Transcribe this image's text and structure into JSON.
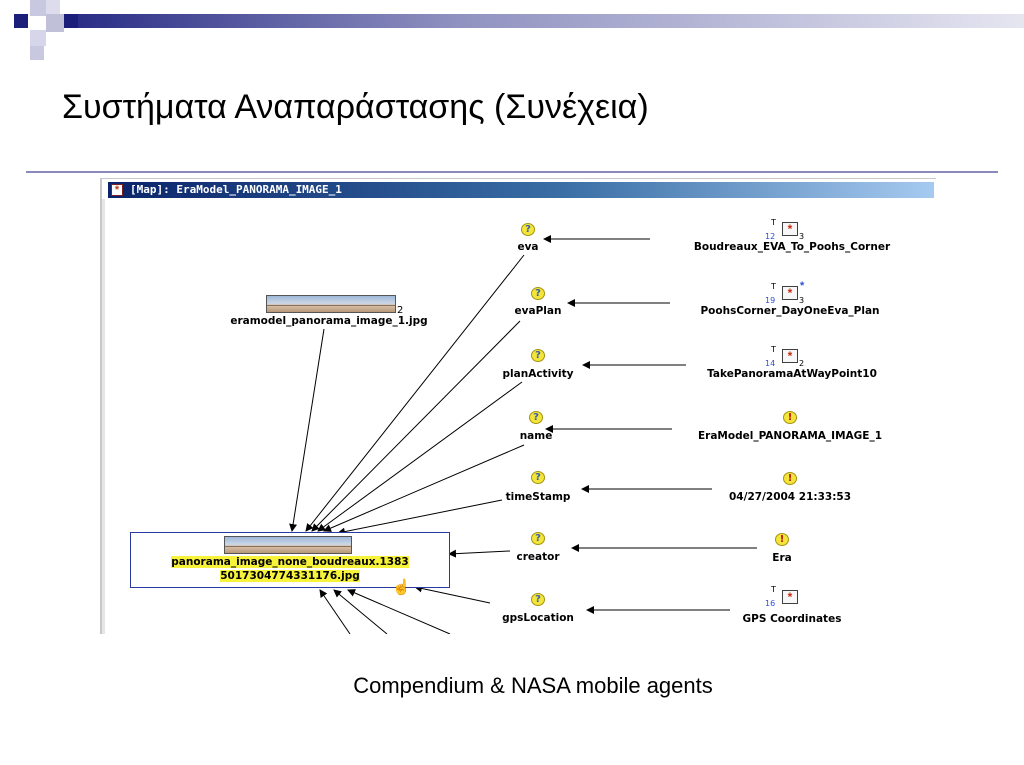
{
  "slide": {
    "title": "Συστήματα Αναπαράστασης (Συνέχεια)",
    "caption": "Compendium & NASA mobile agents"
  },
  "window": {
    "title": "[Map]: EraModel_PANORAMA_IMAGE_1",
    "icon": "asterisk-map-icon"
  },
  "attributes": [
    {
      "label": "eva",
      "icon": "question-icon",
      "value": "Boudreaux_EVA_To_Poohs_Corner",
      "value_icon": "map-icon",
      "badge_top": "T",
      "badge_left": "12",
      "badge_right": "3",
      "badge_star": ""
    },
    {
      "label": "evaPlan",
      "icon": "question-icon",
      "value": "PoohsCorner_DayOneEva_Plan",
      "value_icon": "map-icon",
      "badge_top": "T",
      "badge_left": "19",
      "badge_right": "3",
      "badge_star": "*"
    },
    {
      "label": "planActivity",
      "icon": "question-icon",
      "value": "TakePanoramaAtWayPoint10",
      "value_icon": "map-icon",
      "badge_top": "T",
      "badge_left": "14",
      "badge_right": "2",
      "badge_star": ""
    },
    {
      "label": "name",
      "icon": "question-icon",
      "value": "EraModel_PANORAMA_IMAGE_1",
      "value_icon": "exclamation-icon",
      "badge_top": "",
      "badge_left": "",
      "badge_right": "",
      "badge_star": ""
    },
    {
      "label": "timeStamp",
      "icon": "question-icon",
      "value": "04/27/2004 21:33:53",
      "value_icon": "exclamation-icon",
      "badge_top": "",
      "badge_left": "",
      "badge_right": "",
      "badge_star": ""
    },
    {
      "label": "creator",
      "icon": "question-icon",
      "value": "Era",
      "value_icon": "exclamation-icon",
      "badge_top": "",
      "badge_left": "",
      "badge_right": "",
      "badge_star": ""
    },
    {
      "label": "gpsLocation",
      "icon": "question-icon",
      "value": "GPS Coordinates",
      "value_icon": "map-icon",
      "badge_top": "T",
      "badge_left": "16",
      "badge_right": "",
      "badge_star": ""
    }
  ],
  "image_node": {
    "label": "eramodel_panorama_image_1.jpg",
    "badge": "2",
    "icon": "panorama-thumbnail-icon"
  },
  "selected_node": {
    "line1": "panorama_image_none_boudreaux.1383",
    "line2": "5017304774331176.jpg",
    "icon": "panorama-thumbnail-icon",
    "cursor_icon": "hand-cursor-icon"
  },
  "colors": {
    "title_bar_start": "#0a246a",
    "title_bar_end": "#a6caf0",
    "selection_highlight": "#f7f23a",
    "question_icon": "#f3e53a",
    "map_icon_asterisk": "#c02b10",
    "accent_rule": "#8a8ab8"
  }
}
